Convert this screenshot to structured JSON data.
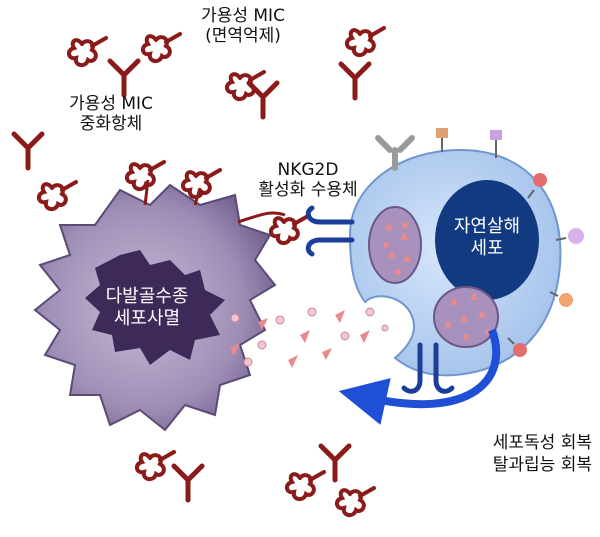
{
  "labels": {
    "soluble_mic_line1": "가용성 MIC",
    "soluble_mic_line2": "(면역억제)",
    "neutralizing_line1": "가용성 MIC",
    "neutralizing_line2": "중화항체",
    "nkg2d_line1": "NKG2D",
    "nkg2d_line2": "활성화 수용체",
    "nk_cell_line1": "자연살해",
    "nk_cell_line2": "세포",
    "myeloma_line1": "다발골수종",
    "myeloma_line2": "세포사멸",
    "recovery_line1": "세포독성 회복",
    "recovery_line2": "탈과립능 회복"
  },
  "colors": {
    "antibody": "#8b1a1a",
    "nk_cell": "#aac8ef",
    "nk_nucleus": "#123a80",
    "tumor_cell": "#8e7da6",
    "tumor_nucleus": "#3d2a58",
    "receptor": "#1d3d9a",
    "arrow": "#1f4fd6",
    "granule": "#e98a8a"
  }
}
